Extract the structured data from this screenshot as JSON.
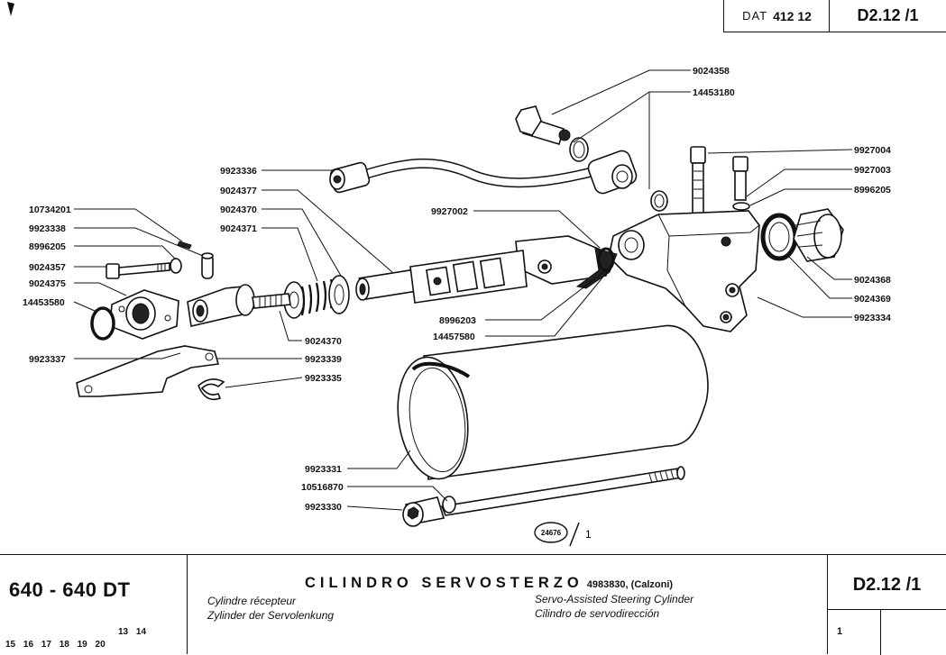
{
  "header": {
    "dat_prefix": "DAT",
    "dat_number": "412 12",
    "sheet_code": "D2.12 /1"
  },
  "diagram": {
    "labels": {
      "p9024358": "9024358",
      "p14453180": "14453180",
      "p9923336": "9923336",
      "p9024377": "9024377",
      "p10734201": "10734201",
      "p9923338": "9923338",
      "p8996205a": "8996205",
      "p9024357": "9024357",
      "p9024375": "9024375",
      "p14453580": "14453580",
      "p9024370a": "9024370",
      "p9024371": "9024371",
      "p9927002": "9927002",
      "p9927004": "9927004",
      "p9927003": "9927003",
      "p8996205b": "8996205",
      "p9024368": "9024368",
      "p9024369": "9024369",
      "p9923334": "9923334",
      "p8996203": "8996203",
      "p14457580": "14457580",
      "p9024370b": "9024370",
      "p9923339": "9923339",
      "p9923335": "9923335",
      "p9923337": "9923337",
      "p9923331": "9923331",
      "p10516870": "10516870",
      "p9923330": "9923330"
    },
    "figure_ref": "24676",
    "figure_sheet": "1"
  },
  "footer": {
    "model": "640 - 640 DT",
    "numbers_top": "13  14",
    "numbers_bottom": "15  16  17  18  19  20",
    "title": "CILINDRO SERVOSTERZO",
    "title_note": "4983830, (Calzoni)",
    "fr": "Cylindre récepteur",
    "de": "Zylinder der Servolenkung",
    "en": "Servo-Assisted Steering Cylinder",
    "es": "Cilindro de servodirección",
    "ref_code": "D2.12 /1",
    "ref_number": "1"
  }
}
